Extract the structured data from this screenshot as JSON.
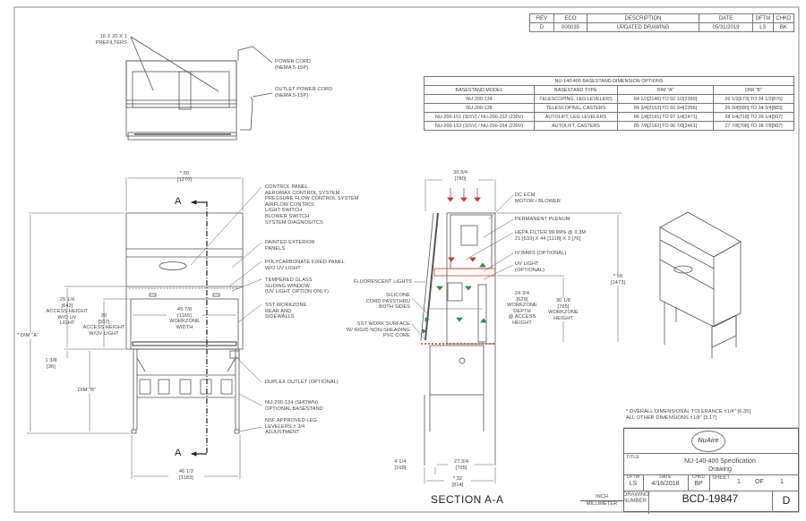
{
  "revision_block": {
    "headers": [
      "REV",
      "ECO",
      "DESCRIPTION",
      "DATE",
      "DFTM",
      "CHKD"
    ],
    "rows": [
      [
        "D",
        "000035",
        "UPDATED DRAWING",
        "05/31/2019",
        "LS",
        "BK"
      ]
    ]
  },
  "dimension_options": {
    "title": "NU-140-400 BASESTAND DIMENSION OPTIONS",
    "headers": [
      "BASESTAND MODEL",
      "BASESTAND TYPE",
      "DIM \"A\"",
      "DIM \"B\""
    ],
    "rows": [
      [
        "NU-200-134",
        "TELESCOPING, LEG LEVELERS",
        "84 1/2[2146] TO 92 1/2[2350]",
        "26 1/2[673] TO 34 1/2[876]"
      ],
      [
        "NU-200-138",
        "TELESCOPING, CASTERS",
        "84 3/4[2153] TO 92 3/4[2356]",
        "26 3/4[680] TO 34 3/4[883]"
      ],
      [
        "NU-200-151 (115V) / NU-200-152 (230V)",
        "AUTOLIFT, LEG LEVELERS",
        "86 1/4[2191] TO 97 1/4[2471]",
        "28 1/4[718] TO 39 1/4[997]"
      ],
      [
        "NU-200-153 (115V) / NU-200-154 (230V)",
        "AUTOLIFT, CASTERS",
        "85 7/8[2182] TO 96 7/8[2461]",
        "27 7/8[708] TO 38 7/8[987]"
      ]
    ]
  },
  "top_view": {
    "prefilters": [
      "16 X 20 X 1",
      "PREFILTERS"
    ],
    "power_cord": [
      "POWER CORD",
      "(NEMA 5-15P)"
    ],
    "outlet_power_cord": [
      "OUTLET POWER CORD",
      "(NEMA 5-15P)"
    ]
  },
  "front_view": {
    "width_dim": [
      "* 50",
      "[1270]"
    ],
    "section_marker": "A",
    "callouts": {
      "control_panel": [
        "CONTROL PANEL",
        "AEROMAX CONTROL SYSTEM",
        "PRESSURE FLOW CONTROL SYSTEM",
        "AIRFLOW CONTROL",
        "LIGHT SWITCH",
        "BLOWER SWITCH",
        "SYSTEM DIAGNOSITCS"
      ],
      "painted_exterior": [
        "PAINTED EXTERIOR",
        "PANELS"
      ],
      "polycarbonate": [
        "POLYCARBONATE FIXED PANEL",
        "W/O UV LIGHT"
      ],
      "tempered_glass": [
        "TEMPERED GLASS",
        "SLIDING WINDOW",
        "(UV LIGHT OPTION ONLY)"
      ],
      "sst_workzone": [
        "SST WORKZONE",
        "REAR AND",
        "SIDEWALLS"
      ],
      "duplex_outlet": [
        "DUPLEX OUTLET (OPTIONAL)"
      ],
      "basestand": [
        "NU-200-134 (SHOWN)",
        "OPTIONAL BASESTAND"
      ],
      "leg_levelers": [
        "NSF APPROVED LEG",
        "LEVELERS ± 3/4",
        "ADJUSTMENT"
      ]
    },
    "access_height_uv_off": [
      "25 1/4",
      "[642]",
      "ACCESS HEIGHT",
      "W/O UV",
      "LIGHT"
    ],
    "access_height_uv_on": [
      "20",
      "[507]",
      "ACCESS HEIGHT",
      "W/UV LIGHT"
    ],
    "workzone_width": [
      "45 7/8",
      "[1165]",
      "WORKZONE",
      "WIDTH"
    ],
    "dim_a": "* DIM \"A\"",
    "dim_b": "DIM \"B\"",
    "small_dim": [
      "1 3/8",
      "[36]"
    ],
    "base_width": [
      "46 1/2",
      "[1183]"
    ]
  },
  "section_view": {
    "title": "SECTION A-A",
    "depth_dim": [
      "30 3/4",
      "[780]"
    ],
    "callouts": {
      "motor": [
        "DC ECM",
        "MOTOR / BLOWER"
      ],
      "plenum": [
        "PERMANENT PLENUM"
      ],
      "hepa": [
        "HEPA FILTER 99.99% @ 0.3M",
        "21 [533] X 44 [1118] X 3 [76]"
      ],
      "iv_bars": [
        "IV BARS (OPTIONAL)"
      ],
      "uv_light": [
        "UV LIGHT",
        "(OPTIONAL)"
      ],
      "fluorescent": [
        "FLUORESCENT LIGHTS"
      ],
      "cord_passthru": [
        "SILICONE",
        "CORD PASSTHRU",
        "BOTH SIDES"
      ],
      "work_surface": [
        "SST WORK SURFACE",
        "W/ RIGID NON-SHEADING",
        "PVC CORE"
      ]
    },
    "workzone_depth": [
      "24 3/4",
      "[629]",
      "WORKZONE",
      "DEPTH",
      "@ ACCESS",
      "HEIGHT"
    ],
    "workzone_height": [
      "30 1/8",
      "[765]",
      "WORKZONE",
      "HEIGHT"
    ],
    "overall_height": [
      "* 58",
      "[1473]"
    ],
    "offset_dim": [
      "4 1/4",
      "[109]"
    ],
    "inner_depth": [
      "27 3/4",
      "[705]"
    ],
    "overall_depth": [
      "* 32",
      "[814]"
    ]
  },
  "units": {
    "top": "INCH",
    "bottom": "MILLIMETER"
  },
  "notes": [
    "* OVERALL DIMENSIONAL TOLERANCE ±1/4\" [6.35]",
    "  ALL OTHER DIMENSIONS ±1/8\" [3.17]"
  ],
  "title_block": {
    "logo": "NuAire",
    "title_label": "TITLE",
    "title": [
      "NU-140-400 Specification",
      "Drawing"
    ],
    "dftm_label": "DFTM",
    "dftm": "LS",
    "date_label": "DATE",
    "date": "4/18/2018",
    "chkd_label": "CHKD",
    "chkd": "BP",
    "sheet_label": "SHEET",
    "sheet": "1",
    "of_label": "OF",
    "of": "1",
    "drawing_number_label": [
      "DRAWING",
      "NUMBER"
    ],
    "drawing_number": "BCD-19847",
    "rev": "D"
  },
  "colors": {
    "line": "#555555",
    "airflow_red": "#c0392b",
    "airflow_green": "#2e8b3d"
  }
}
